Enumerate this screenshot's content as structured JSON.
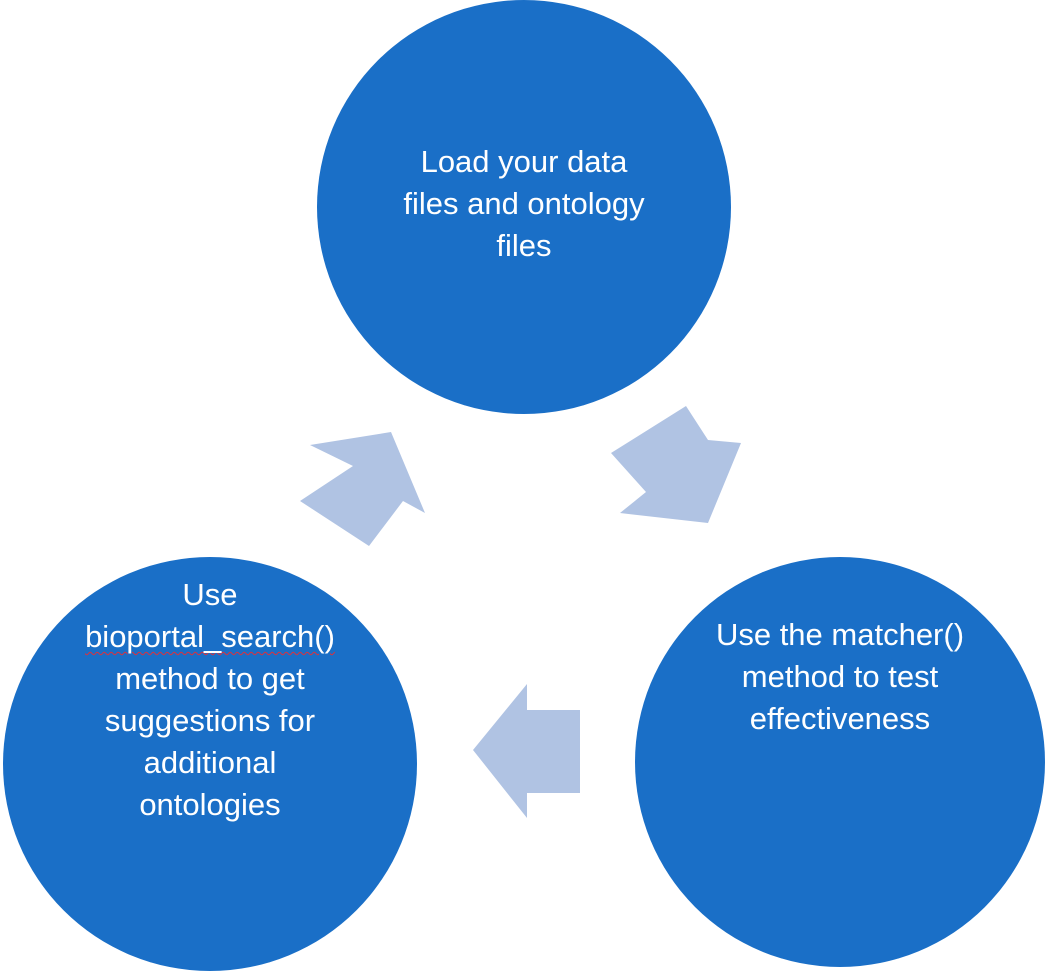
{
  "colors": {
    "circle_fill": "#1a6fc7",
    "arrow_fill": "#b0c3e3",
    "text": "#ffffff",
    "spellcheck_underline": "#e0303a"
  },
  "steps": [
    {
      "id": "load",
      "lines": [
        "Load your data",
        "files and ontology",
        "files"
      ]
    },
    {
      "id": "matcher",
      "lines": [
        "Use the matcher()",
        "method to test",
        "effectiveness"
      ]
    },
    {
      "id": "bioportal",
      "line1": "Use",
      "line2": "bioportal_search()",
      "lines_rest": [
        "method to get",
        "suggestions for",
        "additional",
        "ontologies"
      ]
    }
  ],
  "arrows": [
    {
      "from": "load",
      "to": "matcher",
      "icon": "arrow-down-right-icon"
    },
    {
      "from": "matcher",
      "to": "bioportal",
      "icon": "arrow-left-icon"
    },
    {
      "from": "bioportal",
      "to": "load",
      "icon": "arrow-up-right-icon"
    }
  ]
}
